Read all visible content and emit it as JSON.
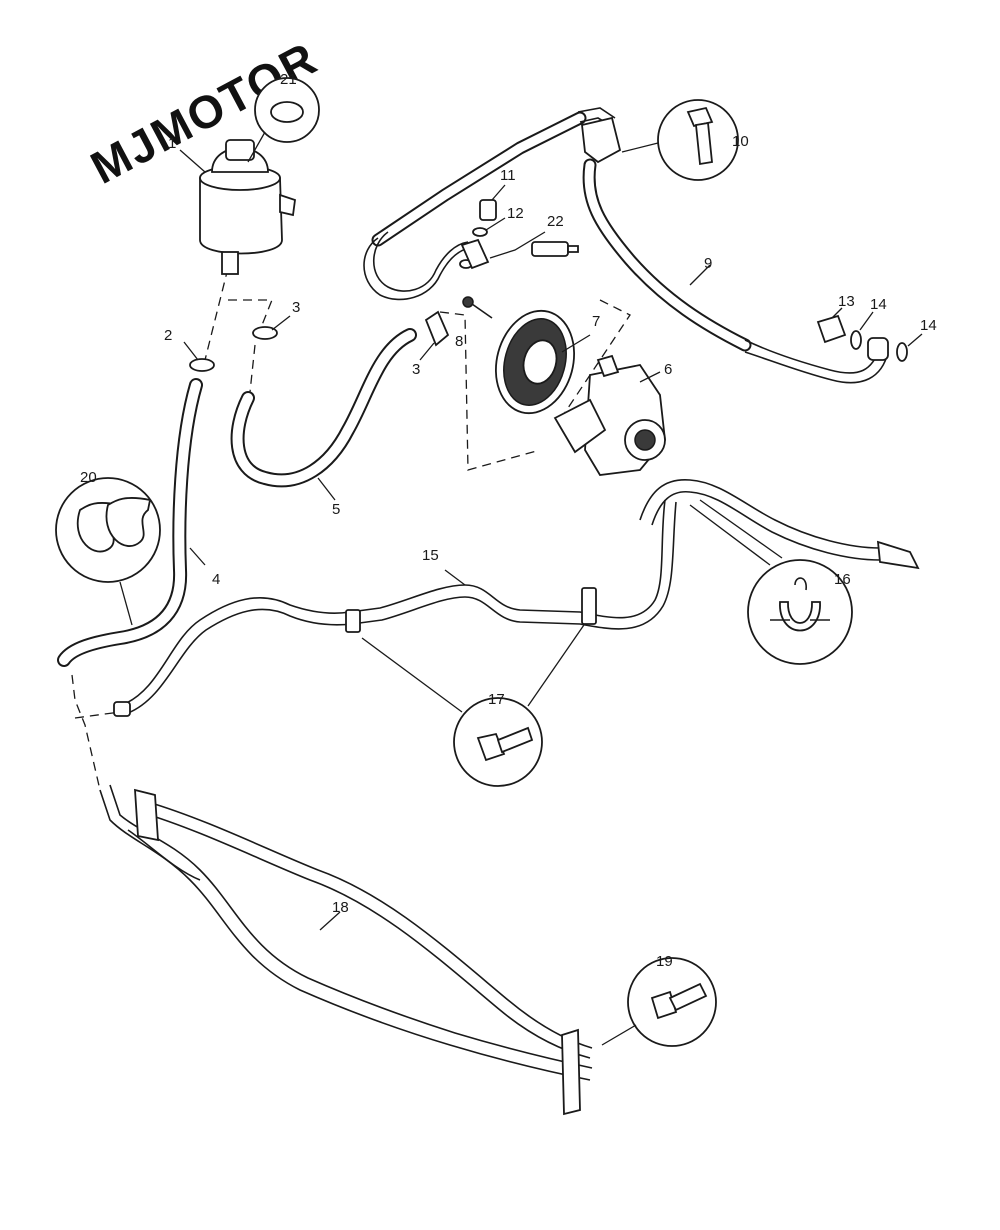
{
  "brand": {
    "watermark_text": "MJMOTOR"
  },
  "callouts": [
    {
      "id": "1",
      "label": "1"
    },
    {
      "id": "2",
      "label": "2"
    },
    {
      "id": "3a",
      "label": "3"
    },
    {
      "id": "3b",
      "label": "3"
    },
    {
      "id": "4",
      "label": "4"
    },
    {
      "id": "5",
      "label": "5"
    },
    {
      "id": "6",
      "label": "6"
    },
    {
      "id": "7",
      "label": "7"
    },
    {
      "id": "8",
      "label": "8"
    },
    {
      "id": "9",
      "label": "9"
    },
    {
      "id": "10",
      "label": "10"
    },
    {
      "id": "11",
      "label": "11"
    },
    {
      "id": "12",
      "label": "12"
    },
    {
      "id": "13",
      "label": "13"
    },
    {
      "id": "14a",
      "label": "14"
    },
    {
      "id": "14b",
      "label": "14"
    },
    {
      "id": "15",
      "label": "15"
    },
    {
      "id": "16",
      "label": "16"
    },
    {
      "id": "17",
      "label": "17"
    },
    {
      "id": "18",
      "label": "18"
    },
    {
      "id": "19",
      "label": "19"
    },
    {
      "id": "20",
      "label": "20"
    },
    {
      "id": "21",
      "label": "21"
    },
    {
      "id": "22",
      "label": "22"
    }
  ]
}
